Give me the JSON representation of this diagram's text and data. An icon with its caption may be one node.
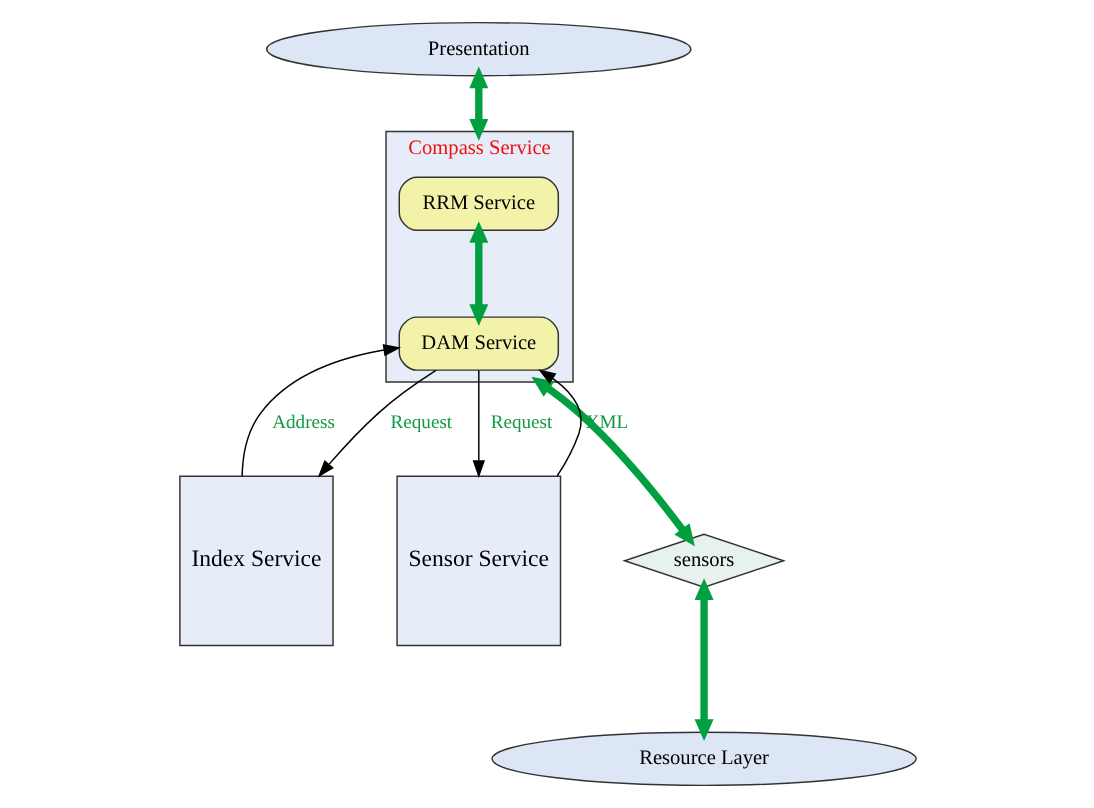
{
  "diagram": {
    "nodes": [
      {
        "text": [
          "Presentation"
        ]
      },
      {
        "text": [
          "Index Service"
        ]
      },
      {
        "text": [
          "Compass Service"
        ]
      },
      {
        "text": [
          "RRM Service"
        ],
        "in": 2
      },
      {
        "text": [
          "DAM Service"
        ],
        "in": 2
      },
      {
        "text": [
          "Sensor Service"
        ]
      },
      {
        "text": [
          "sensors"
        ]
      },
      {
        "text": [
          "Resource Layer"
        ]
      }
    ],
    "edges": [
      {
        "from": 0,
        "to": 2,
        "arrow": "both",
        "style": "thick",
        "color": "#00a040"
      },
      {
        "from": 3,
        "to": 4,
        "arrow": "both",
        "style": "thick",
        "color": "#00a040"
      },
      {
        "from": 4,
        "to": 1,
        "arrow": "to",
        "label": "Request",
        "color": "#000000"
      },
      {
        "from": 1,
        "to": 4,
        "arrow": "to",
        "label": "Address",
        "color": "#000000"
      },
      {
        "from": 4,
        "to": 5,
        "arrow": "to",
        "label": "Request",
        "color": "#000000"
      },
      {
        "from": 5,
        "to": 4,
        "arrow": "to",
        "label": "XML",
        "color": "#000000"
      },
      {
        "from": 2,
        "to": 6,
        "arrow": "both",
        "style": "thick",
        "color": "#00a040"
      },
      {
        "from": 6,
        "to": 7,
        "arrow": "both",
        "style": "thick",
        "color": "#00a040"
      }
    ]
  }
}
